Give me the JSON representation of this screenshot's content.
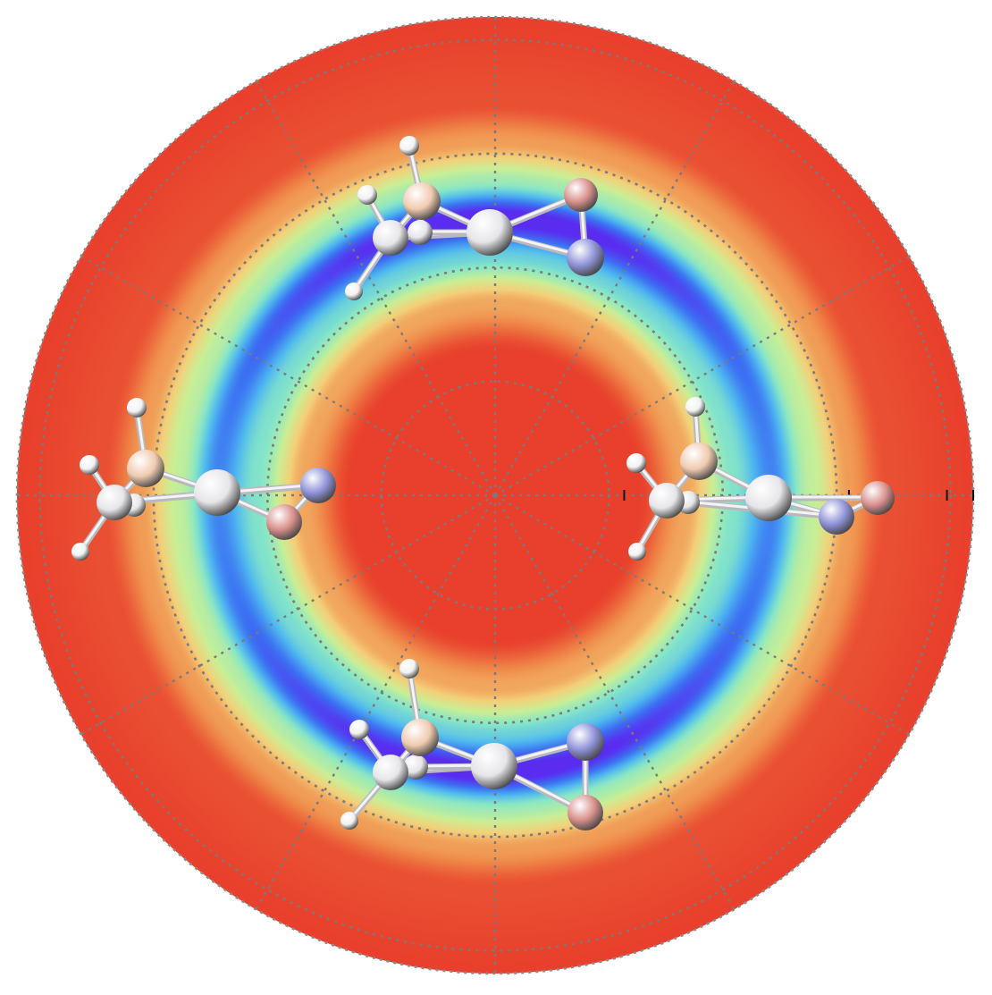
{
  "chart_data": {
    "type": "heatmap",
    "projection": "polar",
    "title": "",
    "xlabel": "",
    "ylabel": "",
    "grid": true,
    "grid_style": "dotted-gray",
    "radial_rings": 4,
    "angular_spokes": 12,
    "colormap": "jet",
    "colormap_stops": [
      "#5a2cf0",
      "#3b72f2",
      "#4fb8f0",
      "#86e6c8",
      "#c9ef95",
      "#f4d07a",
      "#ef8a4a",
      "#e8402c"
    ],
    "field": {
      "description_mode": "ring",
      "center_value": 1.0,
      "ring_min_value": 0.0,
      "ring_profile": [
        {
          "r": 0.0,
          "v": 1.0
        },
        {
          "r": 0.3,
          "v": 1.0
        },
        {
          "r": 0.4,
          "v": 0.8
        },
        {
          "r": 0.5,
          "v": 0.42
        },
        {
          "r": 0.58,
          "v": 0.18
        },
        {
          "r": 0.66,
          "v": 0.55
        },
        {
          "r": 0.74,
          "v": 0.82
        },
        {
          "r": 0.82,
          "v": 0.97
        },
        {
          "r": 1.0,
          "v": 1.0
        }
      ],
      "deep_minima_angles_deg": [
        90,
        270
      ]
    },
    "annotations": [
      {
        "name": "molecule-top",
        "angle_deg": 90,
        "r": 0.56,
        "orientation": "bent"
      },
      {
        "name": "molecule-left",
        "angle_deg": 180,
        "r": 0.64,
        "orientation": "linear"
      },
      {
        "name": "molecule-right",
        "angle_deg": 0,
        "r": 0.64,
        "orientation": "linear"
      },
      {
        "name": "molecule-bottom",
        "angle_deg": 270,
        "r": 0.56,
        "orientation": "bent"
      }
    ]
  },
  "atom_colors": {
    "hydrogen": "#f2f2f2",
    "carbon": "#e6e6ea",
    "boron": "#f0cbb0",
    "nitrogen": "#8f93d8",
    "oxygen": "#d9908c"
  }
}
